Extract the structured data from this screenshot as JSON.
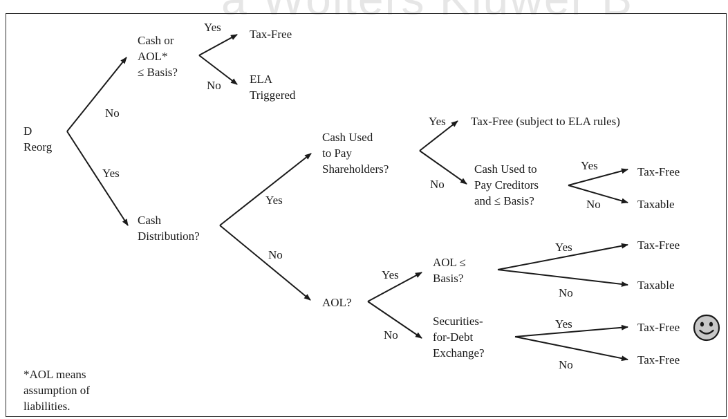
{
  "watermark": "a Wolters Kluwer B",
  "nodes": {
    "d_reorg": "D\nReorg",
    "cash_or_aol": "Cash or\nAOL*\n≤ Basis?",
    "tax_free_1": "Tax-Free",
    "ela_triggered": "ELA\nTriggered",
    "cash_distribution": "Cash\nDistribution?",
    "cash_used_shareholders": "Cash Used\nto Pay\nShareholders?",
    "tax_free_ela": "Tax-Free (subject to ELA rules)",
    "cash_used_creditors": "Cash Used to\nPay Creditors\nand ≤ Basis?",
    "tax_free_2": "Tax-Free",
    "taxable_1": "Taxable",
    "aol": "AOL?",
    "aol_basis": "AOL ≤\nBasis?",
    "tax_free_3": "Tax-Free",
    "taxable_2": "Taxable",
    "securities_debt": "Securities-\nfor-Debt\nExchange?",
    "tax_free_4": "Tax-Free",
    "tax_free_5": "Tax-Free"
  },
  "edge_labels": {
    "reorg_no": "No",
    "reorg_yes": "Yes",
    "cashaol_yes": "Yes",
    "cashaol_no": "No",
    "cashdist_yes": "Yes",
    "cashdist_no": "No",
    "shareholders_yes": "Yes",
    "shareholders_no": "No",
    "creditors_yes": "Yes",
    "creditors_no": "No",
    "aol_yes": "Yes",
    "aol_no": "No",
    "aolbasis_yes": "Yes",
    "aolbasis_no": "No",
    "secdebt_yes": "Yes",
    "secdebt_no": "No"
  },
  "footnote": "*AOL means\nassumption of\nliabilities.",
  "icons": {
    "smiley": "smiley-face-icon"
  }
}
